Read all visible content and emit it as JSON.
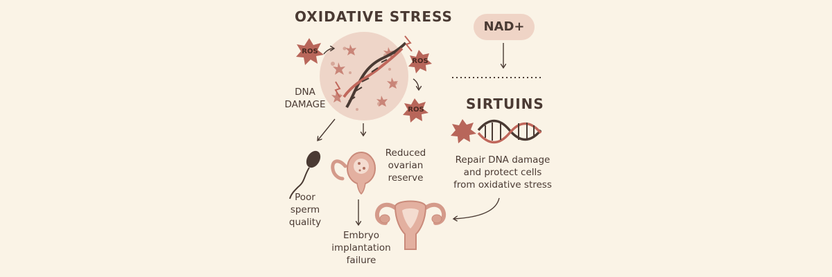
{
  "titles": {
    "oxidative_stress": "OXIDATIVE STRESS",
    "nad": "NAD+",
    "sirtuins": "SIRTUINS"
  },
  "labels": {
    "ros": "ROS",
    "dna_damage_line1": "DNA",
    "dna_damage_line2": "DAMAGE",
    "reduced_ovarian_reserve_line1": "Reduced",
    "reduced_ovarian_reserve_line2": "ovarian",
    "reduced_ovarian_reserve_line3": "reserve",
    "poor_sperm_line1": "Poor",
    "poor_sperm_line2": "sperm",
    "poor_sperm_line3": "quality",
    "embryo_line1": "Embryo",
    "embryo_line2": "implantation",
    "embryo_line3": "failure",
    "repair_line1": "Repair DNA damage",
    "repair_line2": "and protect cells",
    "repair_line3": "from oxidative stress"
  },
  "colors": {
    "background": "#faf3e6",
    "text": "#4a3a33",
    "ros_star": "#b8665a",
    "cell": "#eed5c8",
    "dna_dark": "#4a3a33",
    "dna_accent": "#c0675b",
    "nad_pill": "#efd4c6",
    "organ": "#e3b0a0",
    "organ_outline": "#c98a7a"
  }
}
